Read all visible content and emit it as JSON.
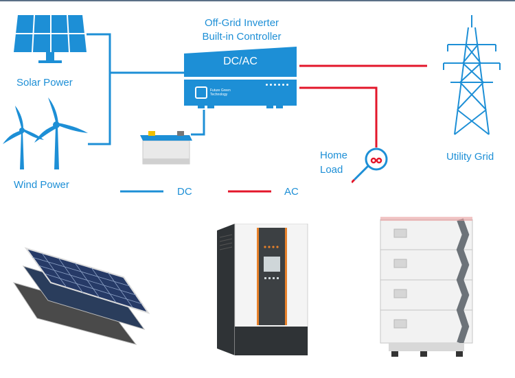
{
  "labels": {
    "inverter_title_line1": "Off-Grid Inverter",
    "inverter_title_line2": "Built-in Controller",
    "inverter_top": "DC/AC",
    "inverter_brand": "Future Green Technology",
    "solar": "Solar Power",
    "wind": "Wind Power",
    "home_load_line1": "Home",
    "home_load_line2": "Load",
    "utility_grid": "Utility Grid",
    "legend_dc": "DC",
    "legend_ac": "AC"
  },
  "colors": {
    "dc": "#1d8fd6",
    "ac": "#e3162a",
    "accent": "#1d8fd6",
    "panel_dark": "#2c3e66",
    "inverter_body": "#3a3f44",
    "inverter_orange": "#e8812a",
    "battery_white": "#eeeeee"
  },
  "icons": {
    "solar": "solar-panel-icon",
    "wind": "wind-turbine-icon",
    "battery": "battery-icon",
    "grid": "transmission-tower-icon",
    "plug": "power-plug-icon"
  }
}
